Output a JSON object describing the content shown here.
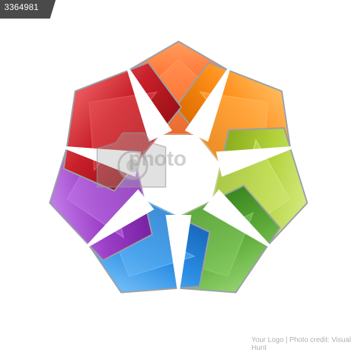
{
  "watermark": {
    "corner_text": "3364981",
    "center_text": "photo",
    "footer_text": "Your Logo | Photo credit: Visual Hunt"
  },
  "diagram": {
    "type": "circular-arrow-cycle",
    "segment_count": 7,
    "direction": "clockwise",
    "segments": [
      {
        "color": "#ff6a2b",
        "color_light": "#ff9a5a",
        "color_dark": "#d84a10"
      },
      {
        "color": "#ff8f1a",
        "color_light": "#ffb85a",
        "color_dark": "#e07000"
      },
      {
        "color": "#b2d13a",
        "color_light": "#d2e87a",
        "color_dark": "#8eb020"
      },
      {
        "color": "#5eab3a",
        "color_light": "#8ed06a",
        "color_dark": "#3e8a22"
      },
      {
        "color": "#2a8de2",
        "color_light": "#6cbaf6",
        "color_dark": "#1a6cc0"
      },
      {
        "color": "#9b3ec7",
        "color_light": "#c07ae6",
        "color_dark": "#7a24a6"
      },
      {
        "color": "#c8202a",
        "color_light": "#e8585c",
        "color_dark": "#a01218"
      }
    ]
  }
}
